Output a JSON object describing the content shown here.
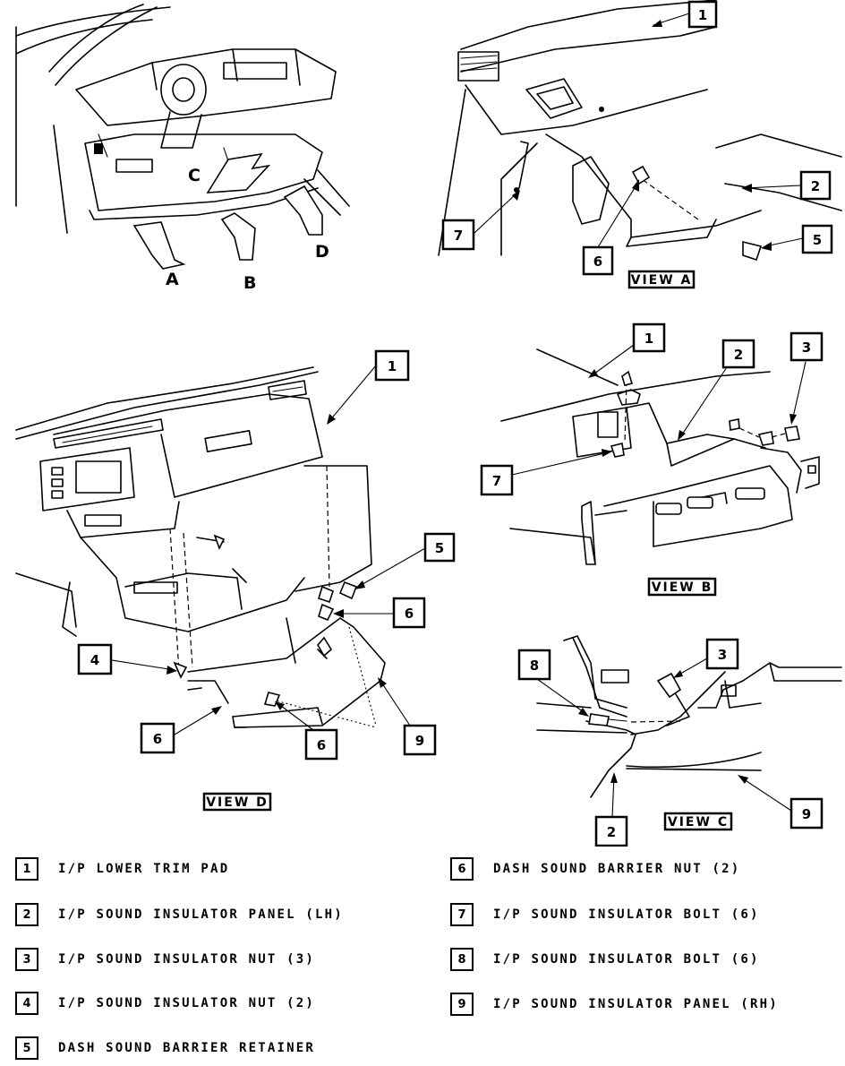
{
  "overview": {
    "arrow_labels": [
      "A",
      "B",
      "C",
      "D"
    ]
  },
  "views": {
    "a": {
      "title": "VIEW A",
      "callouts": [
        "1",
        "2",
        "5",
        "6",
        "7"
      ]
    },
    "b": {
      "title": "VIEW B",
      "callouts": [
        "1",
        "2",
        "3",
        "7"
      ]
    },
    "c": {
      "title": "VIEW C",
      "callouts": [
        "8",
        "3",
        "2",
        "9"
      ]
    },
    "d": {
      "title": "VIEW D",
      "callouts": [
        "1",
        "5",
        "6",
        "4",
        "6",
        "6",
        "9"
      ]
    }
  },
  "legend": [
    {
      "num": "1",
      "text": "I/P LOWER TRIM PAD"
    },
    {
      "num": "2",
      "text": "I/P SOUND INSULATOR PANEL (LH)"
    },
    {
      "num": "3",
      "text": "I/P SOUND INSULATOR NUT (3)"
    },
    {
      "num": "4",
      "text": "I/P SOUND INSULATOR NUT (2)"
    },
    {
      "num": "5",
      "text": "DASH SOUND BARRIER RETAINER"
    },
    {
      "num": "6",
      "text": "DASH SOUND BARRIER NUT (2)"
    },
    {
      "num": "7",
      "text": "I/P SOUND INSULATOR BOLT (6)"
    },
    {
      "num": "8",
      "text": "I/P SOUND INSULATOR BOLT (6)"
    },
    {
      "num": "9",
      "text": "I/P SOUND INSULATOR PANEL (RH)"
    }
  ]
}
